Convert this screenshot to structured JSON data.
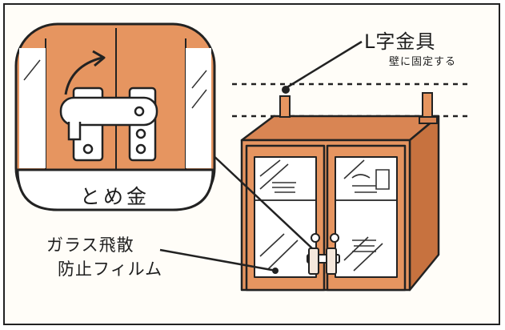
{
  "labels": {
    "bracket_title": "L字金具",
    "bracket_note": "壁に固定する",
    "latch": "とめ金",
    "film_line1": "ガラス飛散",
    "film_line2": "防止フィルム"
  },
  "icons": [
    "l-bracket-icon",
    "latch-icon",
    "curved-arrow-icon",
    "cabinet-icon"
  ],
  "colors": {
    "wood": "#e69560",
    "wood_dark": "#c7723f",
    "glass": "#ffffff",
    "ink": "#222222"
  }
}
